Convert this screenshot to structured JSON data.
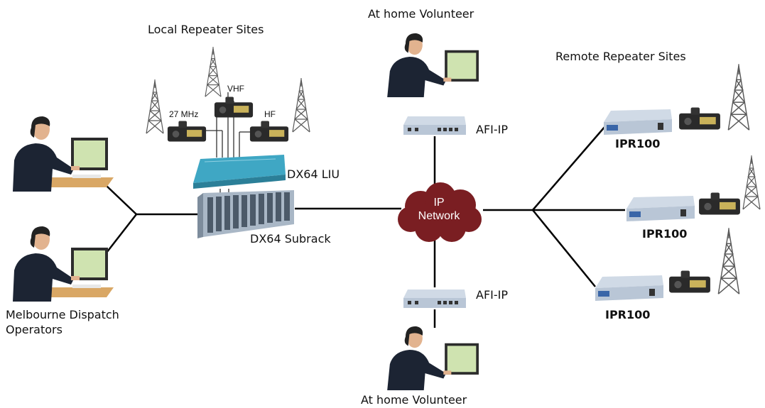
{
  "labels": {
    "local_repeater_sites": "Local Repeater Sites",
    "at_home_volunteer_top": "At home Volunteer",
    "at_home_volunteer_bottom": "At home Volunteer",
    "remote_repeater_sites": "Remote Repeater Sites",
    "freq_27mhz": "27 MHz",
    "freq_vhf": "VHF",
    "freq_hf": "HF",
    "dx64_liu": "DX64 LIU",
    "dx64_subrack": "DX64 Subrack",
    "afi_ip_top": "AFI-IP",
    "afi_ip_bottom": "AFI-IP",
    "ip_network_line1": "IP",
    "ip_network_line2": "Network",
    "ipr100_1": "IPR100",
    "ipr100_2": "IPR100",
    "ipr100_3": "IPR100",
    "dispatch_line1": "Melbourne Dispatch",
    "dispatch_line2": "Operators"
  },
  "colors": {
    "cloud": "#7a1e22",
    "liu": "#3fa7c4",
    "subrack": "#a9b7c6",
    "router": "#b9c6d6",
    "uniform": "#1c2433",
    "monitor_screen": "#cfe3b0",
    "desk": "#d9a765",
    "tower": "#5a5a5a"
  },
  "icons": {
    "operator": "operator-at-workstation-icon",
    "tower": "radio-tower-icon",
    "radio": "transceiver-radio-icon",
    "router": "ip-router-icon",
    "cloud": "cloud-icon"
  }
}
